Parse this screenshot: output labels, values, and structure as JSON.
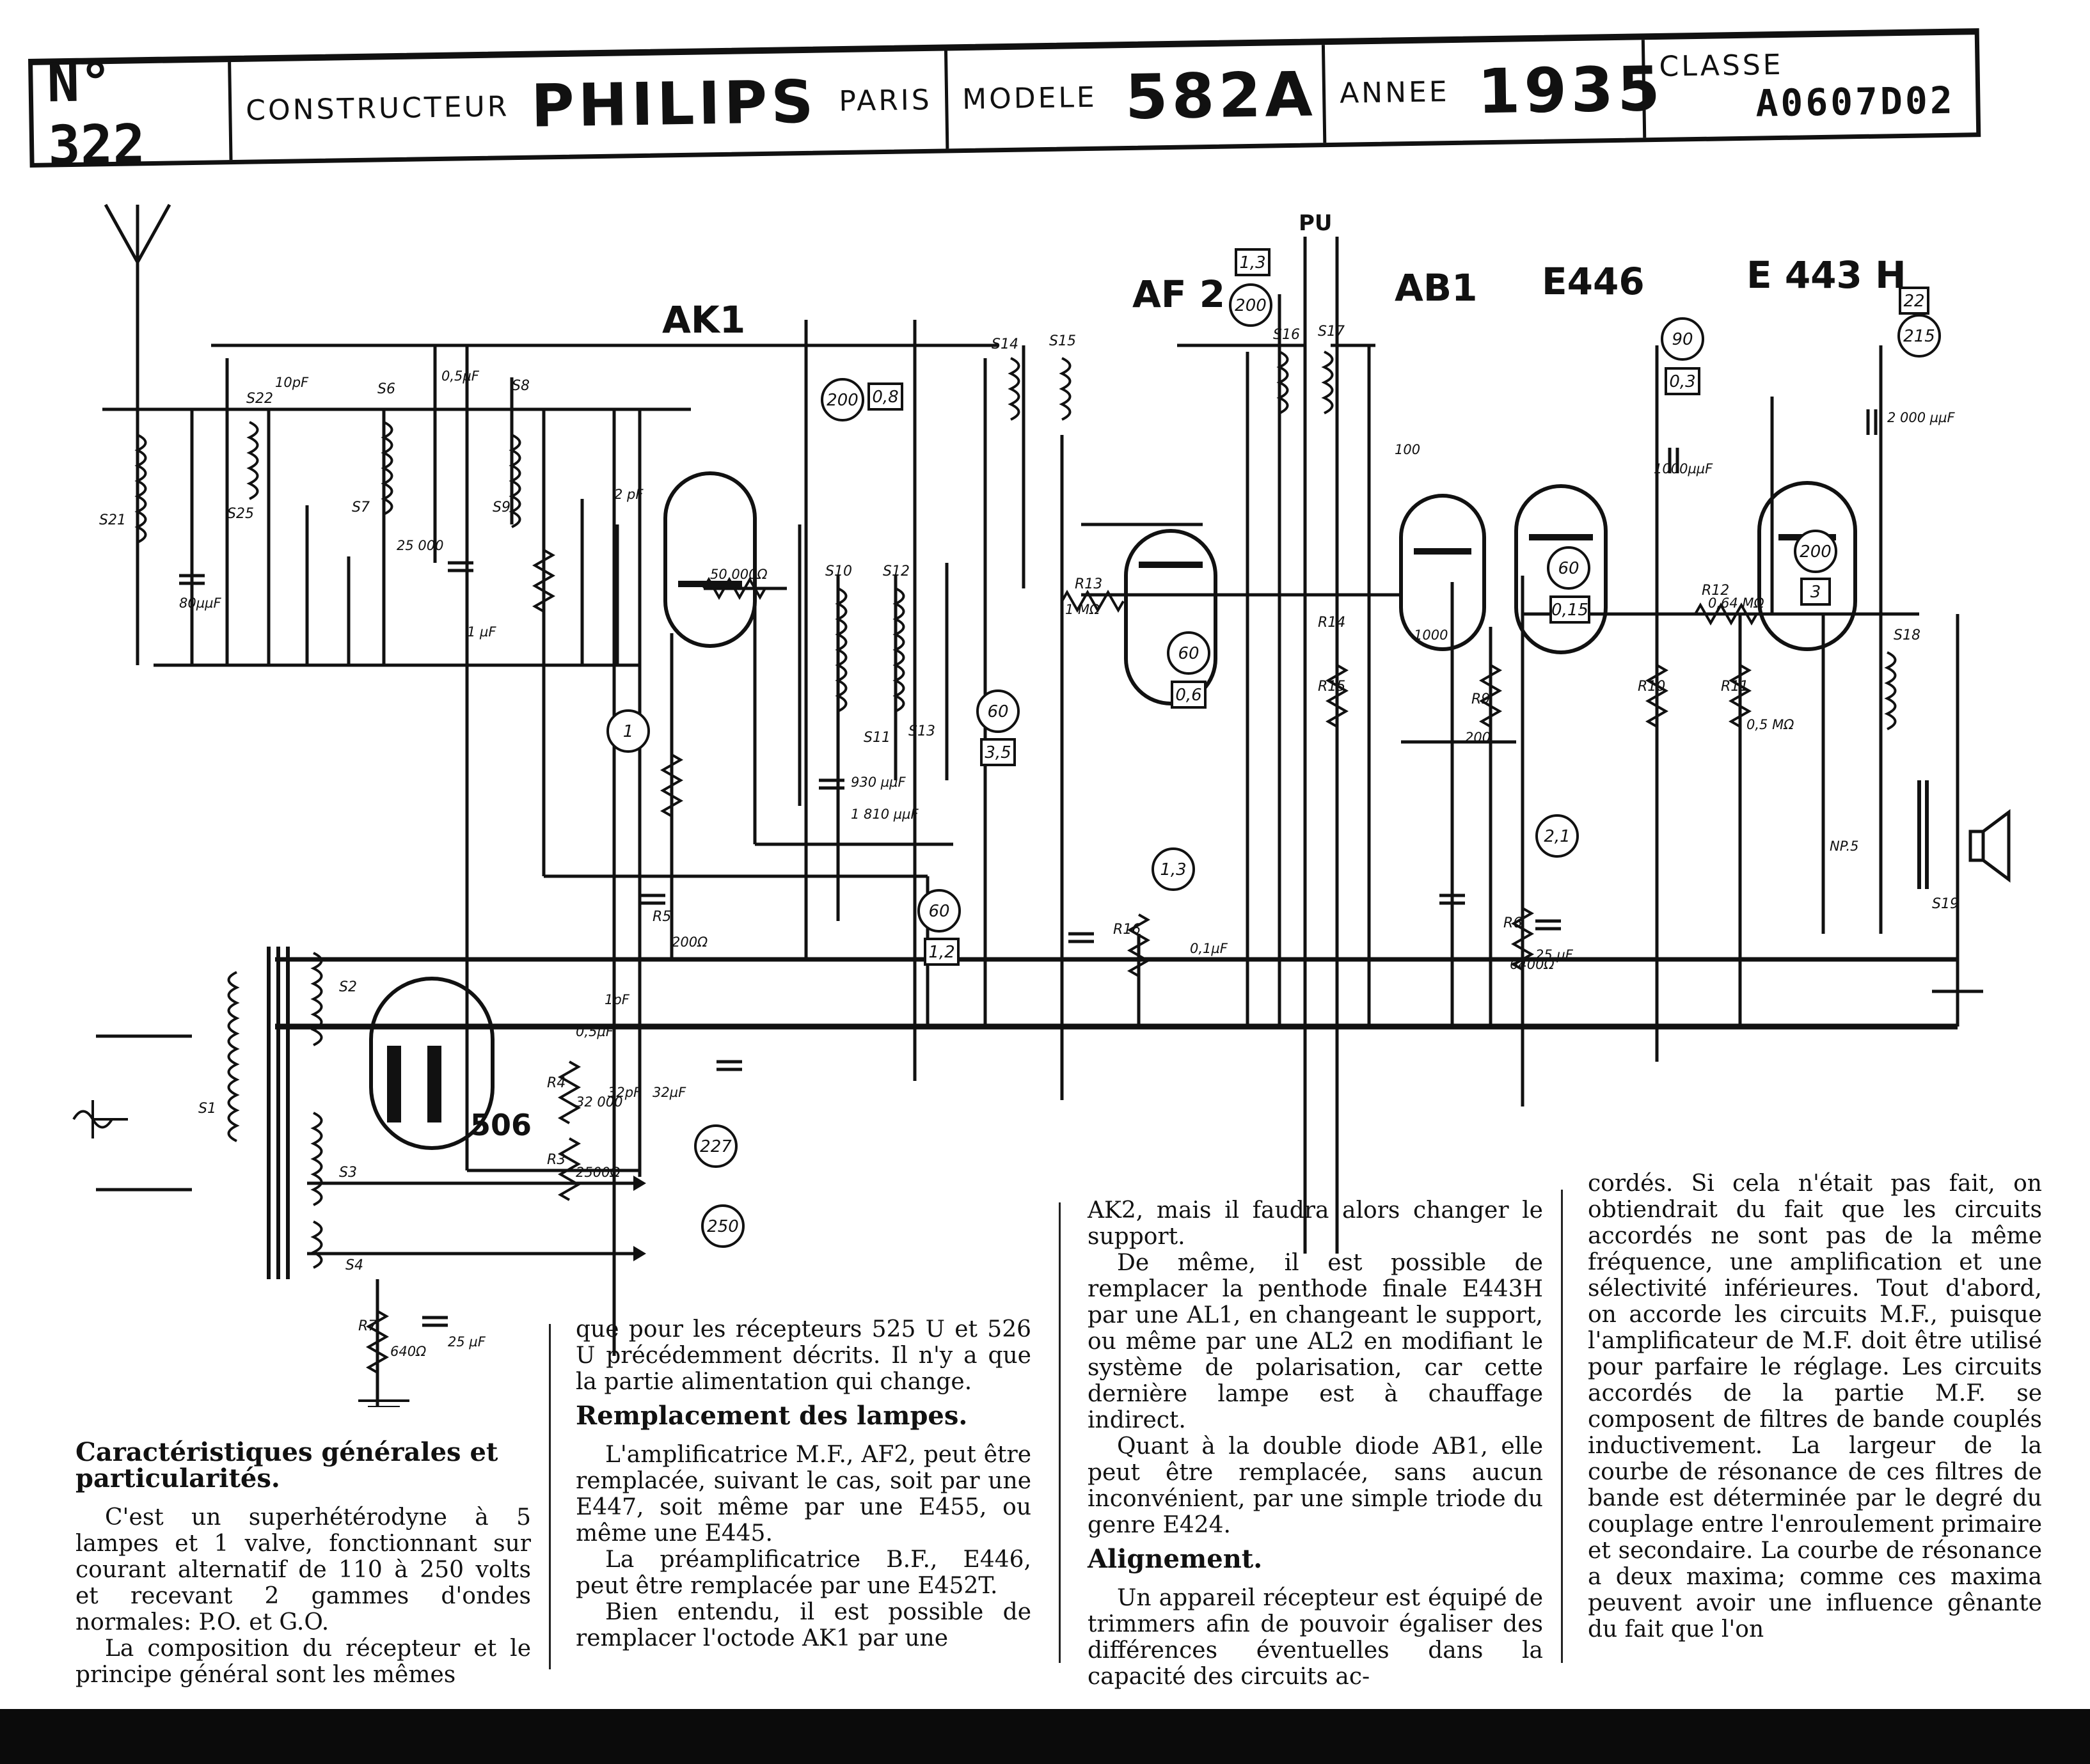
{
  "header": {
    "number": "N° 322",
    "constructeur_label": "CONSTRUCTEUR",
    "brand": "PHILIPS",
    "city": "PARIS",
    "modele_label": "MODELE",
    "model": "582A",
    "annee_label": "ANNEE",
    "year": "1935",
    "classe_label": "CLASSE",
    "classe": "A0607D02"
  },
  "schematic": {
    "tubes": [
      "AK1",
      "AF 2",
      "AB1",
      "E446",
      "E 443 H",
      "506"
    ],
    "pickup": "PU",
    "coils": [
      "S21",
      "S22",
      "S25",
      "S6",
      "S7",
      "S8",
      "S9",
      "S10",
      "S12",
      "S11",
      "S13",
      "S14",
      "S15",
      "S16",
      "S17",
      "S18",
      "S19",
      "S1",
      "S2",
      "S3",
      "S4"
    ],
    "resistor_labels": [
      "R13",
      "R14",
      "R15",
      "R9",
      "R10",
      "R11",
      "R12",
      "R16",
      "R6",
      "R4",
      "R3",
      "R7",
      "R5"
    ],
    "value_labels": [
      "10pF",
      "0,5µF",
      "25 000",
      "2 pF",
      "1 µF",
      "80µµF",
      "50 000Ω",
      "930 µµF",
      "1 810 µµF",
      "100",
      "1000µµF",
      "2 000 µµF",
      "200",
      "1000",
      "0,5µF",
      "1pF",
      "32pF",
      "32µF",
      "25 µF",
      "0,1µF",
      "32 000",
      "2500Ω",
      "640Ω",
      "25 µF",
      "1 MΩ",
      "0,5 MΩ",
      "0,64 MΩ",
      "200Ω",
      "6400Ω",
      "NP.5"
    ],
    "voltage_circles": [
      "200",
      "200",
      "90",
      "215",
      "200",
      "60",
      "60",
      "60",
      "60",
      "1",
      "1,3",
      "2,1",
      "227",
      "250"
    ],
    "current_boxes": [
      "0,8",
      "1,3",
      "0,3",
      "22",
      "3",
      "0,15",
      "0,6",
      "3,5",
      "1,2"
    ]
  },
  "text": {
    "col1_heading": "Caractéristiques générales et particularités.",
    "col1_body": "C'est un superhétérodyne à 5 lampes et 1 valve, fonctionnant sur courant alternatif de 110 à 250 volts et recevant 2 gammes d'ondes normales: P.O. et G.O.",
    "col1_body2": "La composition du récepteur et le principe général sont les mêmes",
    "col2_top": "que pour les récepteurs 525 U et 526 U précédemment décrits. Il n'y a que la partie alimentation qui change.",
    "col2_heading": "Remplacement des lampes.",
    "col2_p1": "L'amplificatrice M.F., AF2, peut être remplacée, suivant le cas, soit par une E447, soit même par une E455, ou même une E445.",
    "col2_p2": "La préamplificatrice B.F., E446, peut être remplacée par une E452T.",
    "col2_p3": "Bien entendu, il est possible de remplacer l'octode AK1 par une",
    "col3_p1": "AK2, mais il faudra alors changer le support.",
    "col3_p2": "De même, il est possible de remplacer la penthode finale E443H par une AL1, en changeant le support, ou même par une AL2 en modifiant le système de polarisation, car cette dernière lampe est à chauffage indirect.",
    "col3_p3": "Quant à la double diode AB1, elle peut être remplacée, sans aucun inconvénient, par une simple triode du genre E424.",
    "col3_heading": "Alignement.",
    "col3_p4": "Un appareil récepteur est équipé de trimmers afin de pouvoir égaliser des différences éventuelles dans la capacité des circuits ac-",
    "col4_body": "cordés. Si cela n'était pas fait, on obtiendrait du fait que les circuits accordés ne sont pas de la même fréquence, une amplification et une sélectivité inférieures. Tout d'abord, on accorde les circuits M.F., puisque l'amplificateur de M.F. doit être utilisé pour parfaire le réglage. Les circuits accordés de la partie M.F. se composent de filtres de bande couplés inductivement. La largeur de la courbe de résonance de ces filtres de bande est déterminée par le degré du couplage entre l'enroulement primaire et secondaire. La courbe de résonance a deux maxima; comme ces maxima peuvent avoir une influence gênante du fait que l'on"
  }
}
